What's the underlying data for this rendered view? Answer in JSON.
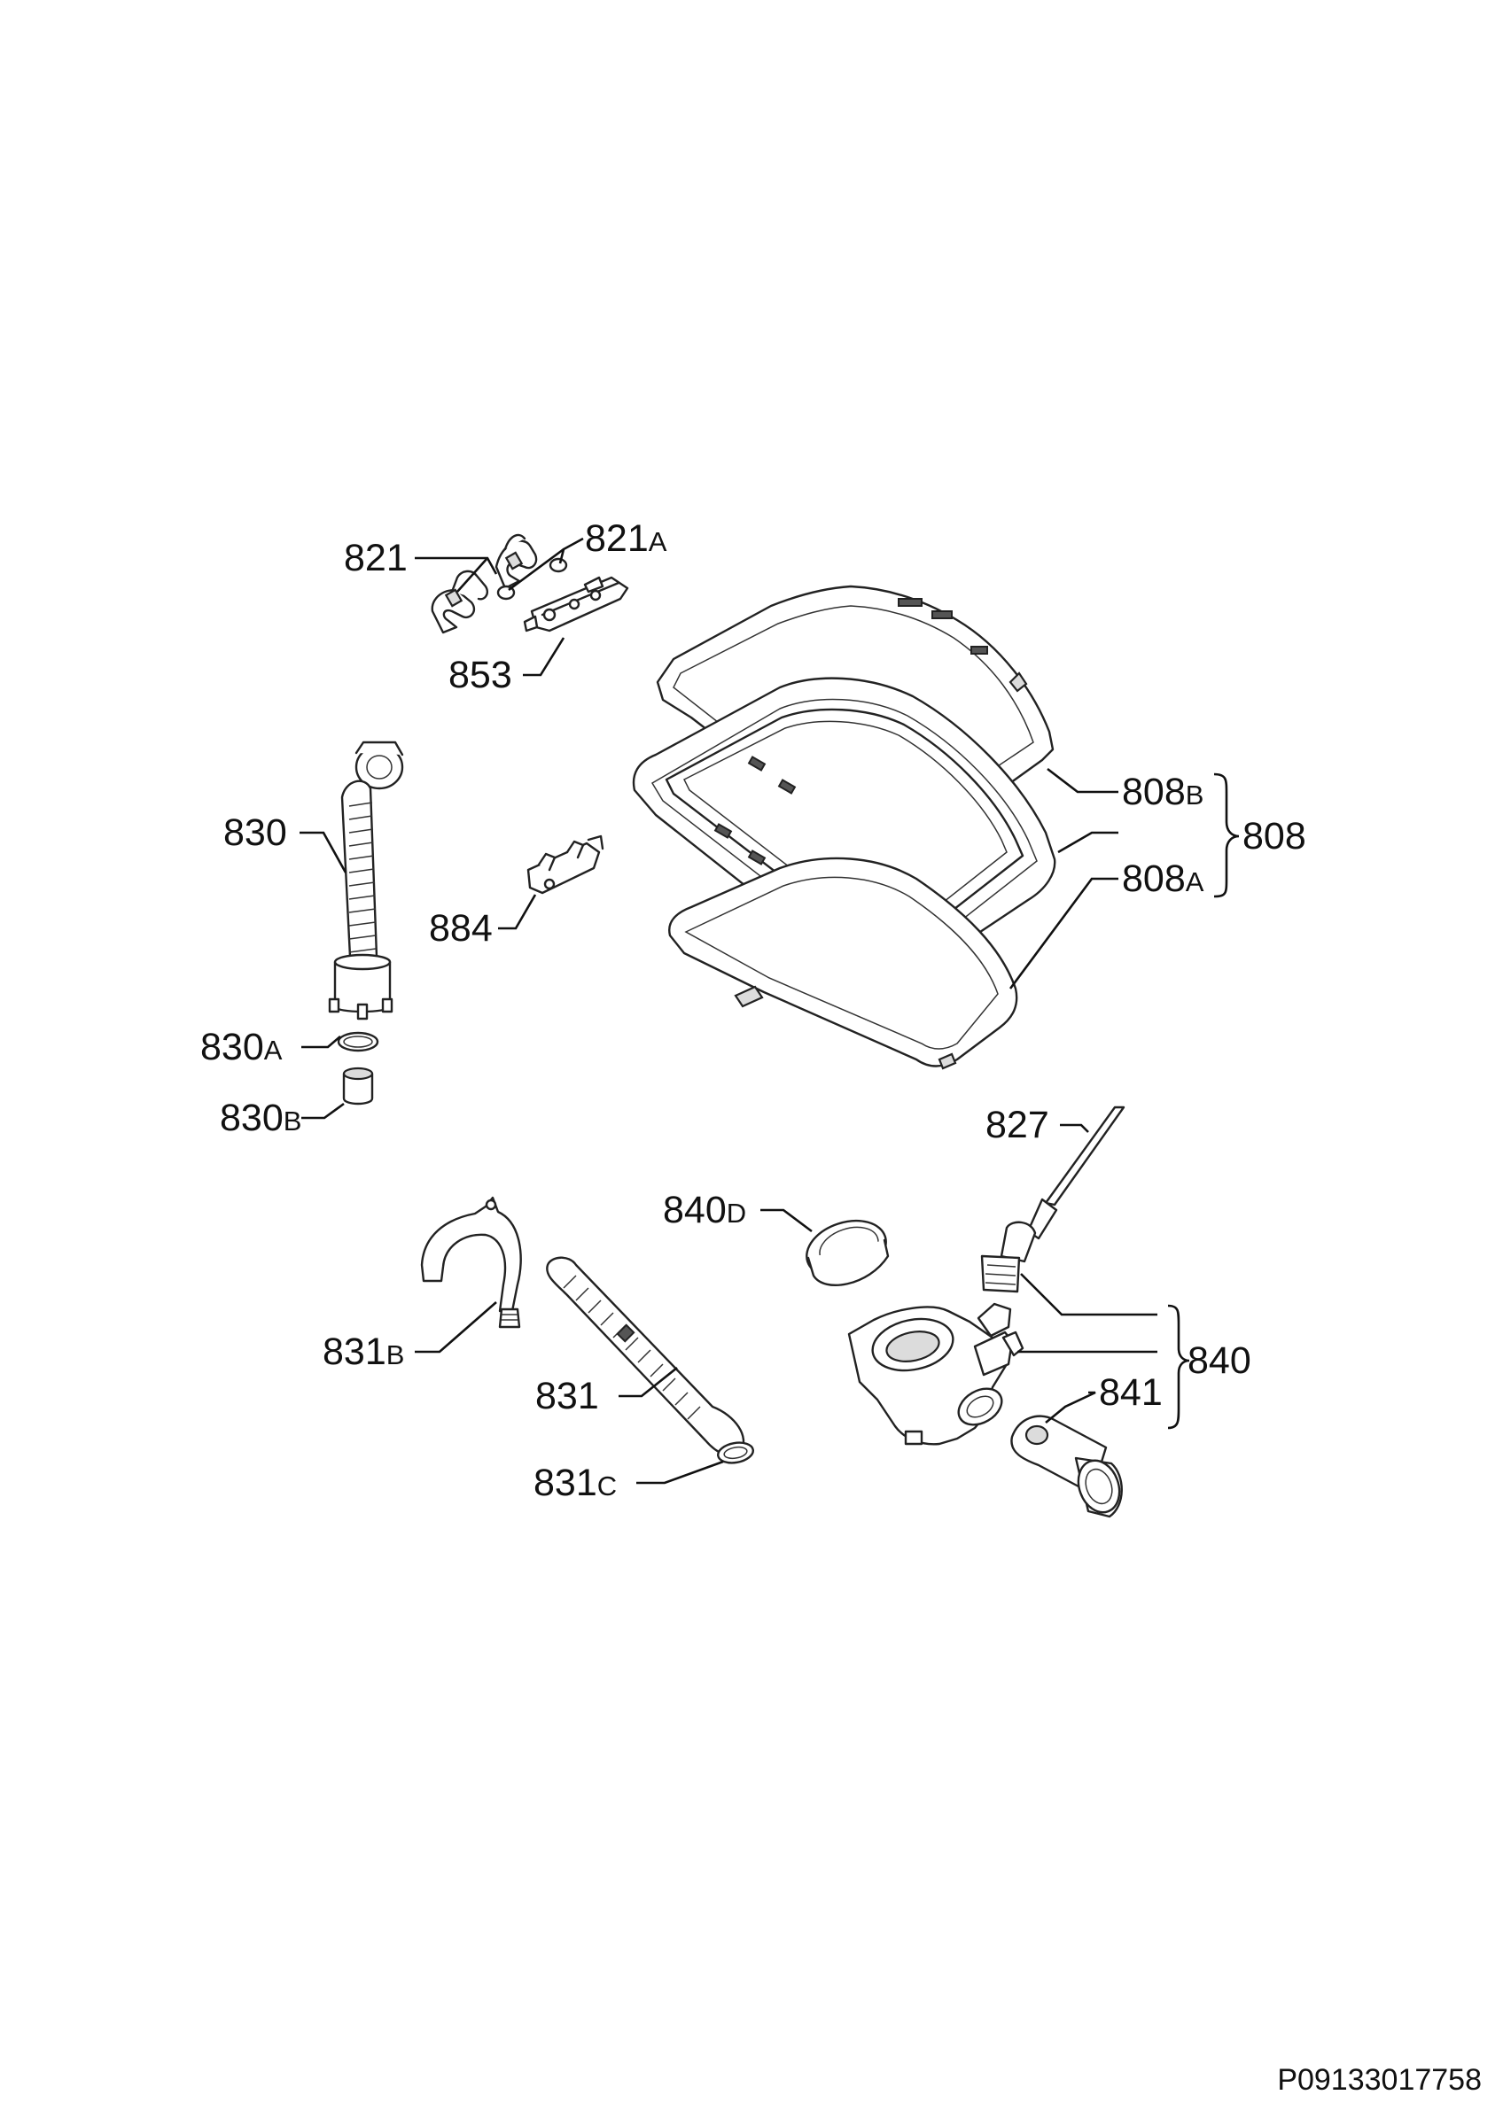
{
  "labels": {
    "p821": "821",
    "p821A_num": "821",
    "p821A_suf": "A",
    "p853": "853",
    "p830": "830",
    "p884": "884",
    "p830A_num": "830",
    "p830A_suf": "A",
    "p830B_num": "830",
    "p830B_suf": "B",
    "p808B_num": "808",
    "p808B_suf": "B",
    "p808": "808",
    "p808A_num": "808",
    "p808A_suf": "A",
    "p827": "827",
    "p840D_num": "840",
    "p840D_suf": "D",
    "p840": "840",
    "p841": "841",
    "p831B_num": "831",
    "p831B_suf": "B",
    "p831": "831",
    "p831C_num": "831",
    "p831C_suf": "C"
  },
  "document_number": "P09133017758"
}
